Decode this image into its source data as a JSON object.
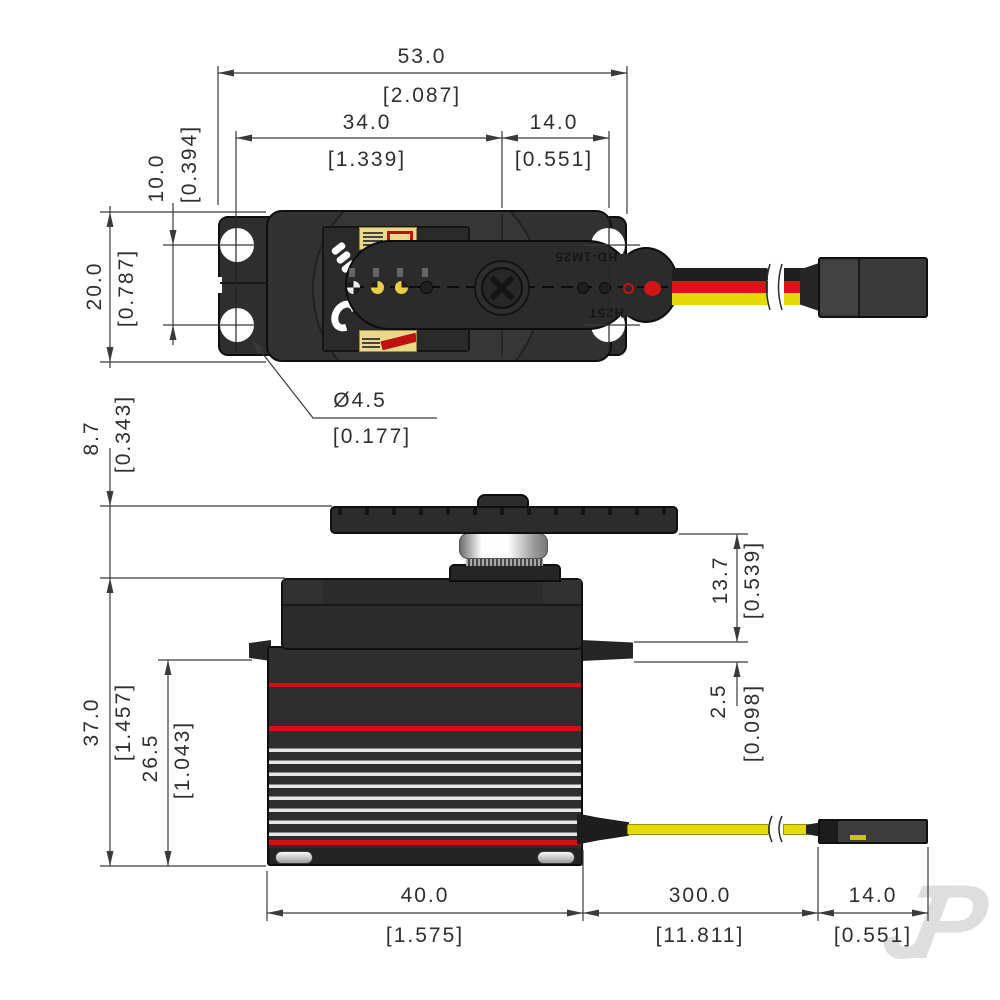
{
  "drawing_type": "servo-dimension-drawing",
  "dims": {
    "total_width": {
      "mm": "53.0",
      "inch": "[2.087]"
    },
    "left_width": {
      "mm": "34.0",
      "inch": "[1.339]"
    },
    "right_width": {
      "mm": "14.0",
      "inch": "[0.551]"
    },
    "hole_pitch": {
      "mm": "10.0",
      "inch": "[0.394]"
    },
    "body_depth": {
      "mm": "20.0",
      "inch": "[0.787]"
    },
    "hole_diameter": {
      "mm": "Ø4.5",
      "inch": "[0.177]"
    },
    "horn_height": {
      "mm": "8.7",
      "inch": "[0.343]"
    },
    "case_height": {
      "mm": "37.0",
      "inch": "[1.457]"
    },
    "lower_height": {
      "mm": "26.5",
      "inch": "[1.043]"
    },
    "shaft_height": {
      "mm": "13.7",
      "inch": "[0.539]"
    },
    "tab_thickness": {
      "mm": "2.5",
      "inch": "[0.098]"
    },
    "case_width": {
      "mm": "40.0",
      "inch": "[1.575]"
    },
    "cable_length": {
      "mm": "300.0",
      "inch": "[11.811]"
    },
    "connector_length": {
      "mm": "14.0",
      "inch": "[0.551]"
    }
  },
  "horn": {
    "model_marking": "HD-1M25",
    "spline_marking": "H25T"
  },
  "watermark": "JP",
  "colors": {
    "case_body": "#2c2c2c",
    "red_stripe": "#d01212",
    "wire_black": "#1f1f1f",
    "wire_red": "#da1515",
    "wire_yellow": "#e4da07",
    "sticker_yellow": "#e9da8a",
    "sticker_red": "#c01010",
    "dimension_line": "#3a3a3a",
    "watermark_gray": "#dedede"
  }
}
